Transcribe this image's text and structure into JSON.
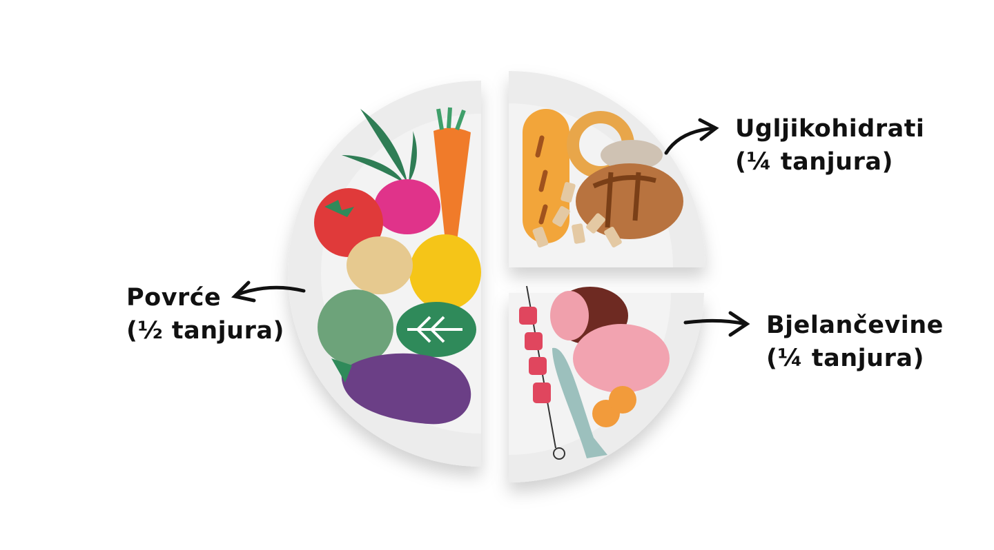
{
  "sections": [
    {
      "id": "vegetables",
      "title": "Povrće",
      "portion": "(½ tanjura)",
      "food": [
        "beet",
        "carrot",
        "tomato",
        "onion",
        "yellow-pepper",
        "broccoli",
        "spinach-leaf",
        "eggplant"
      ]
    },
    {
      "id": "carbohydrates",
      "title": "Ugljikohidrati",
      "portion": "(¼ tanjura)",
      "food": [
        "baguette",
        "pretzel",
        "rice",
        "bread-loaf",
        "penne-pasta"
      ]
    },
    {
      "id": "proteins",
      "title": "Bjelančevine",
      "portion": "(¼ tanjura)",
      "food": [
        "meat-skewer",
        "ham",
        "chicken",
        "fish",
        "eggs"
      ]
    }
  ],
  "colors": {
    "plate": "#ededed",
    "plate_rim": "#f5f5f5",
    "text": "#111111"
  }
}
